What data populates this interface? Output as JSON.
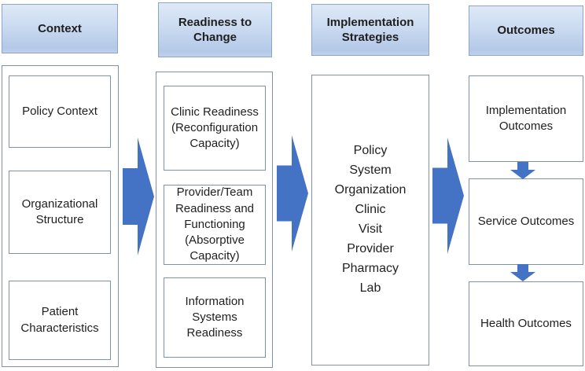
{
  "colors": {
    "arrow_fill": "#4472c4",
    "header_gradient_top": "#dee9f7",
    "header_gradient_bottom": "#b4c9e8",
    "box_border": "#8093a4",
    "text": "#1f1f1f"
  },
  "columns": {
    "context": {
      "header": "Context",
      "boxes": {
        "policy": "Policy Context",
        "organizational": "Organizational Structure",
        "patient": "Patient Characteristics"
      }
    },
    "readiness": {
      "header": "Readiness to Change",
      "boxes": {
        "clinic": "Clinic Readiness (Reconfiguration Capacity)",
        "provider": "Provider/Team Readiness and Functioning (Absorptive Capacity)",
        "information": "Information Systems Readiness"
      }
    },
    "strategies": {
      "header": "Implementation Strategies",
      "levels": [
        "Policy",
        "System",
        "Organization",
        "Clinic",
        "Visit",
        "Provider",
        "Pharmacy",
        "Lab"
      ]
    },
    "outcomes": {
      "header": "Outcomes",
      "boxes": {
        "implementation": "Implementation Outcomes",
        "service": "Service Outcomes",
        "health": "Health Outcomes"
      }
    }
  }
}
